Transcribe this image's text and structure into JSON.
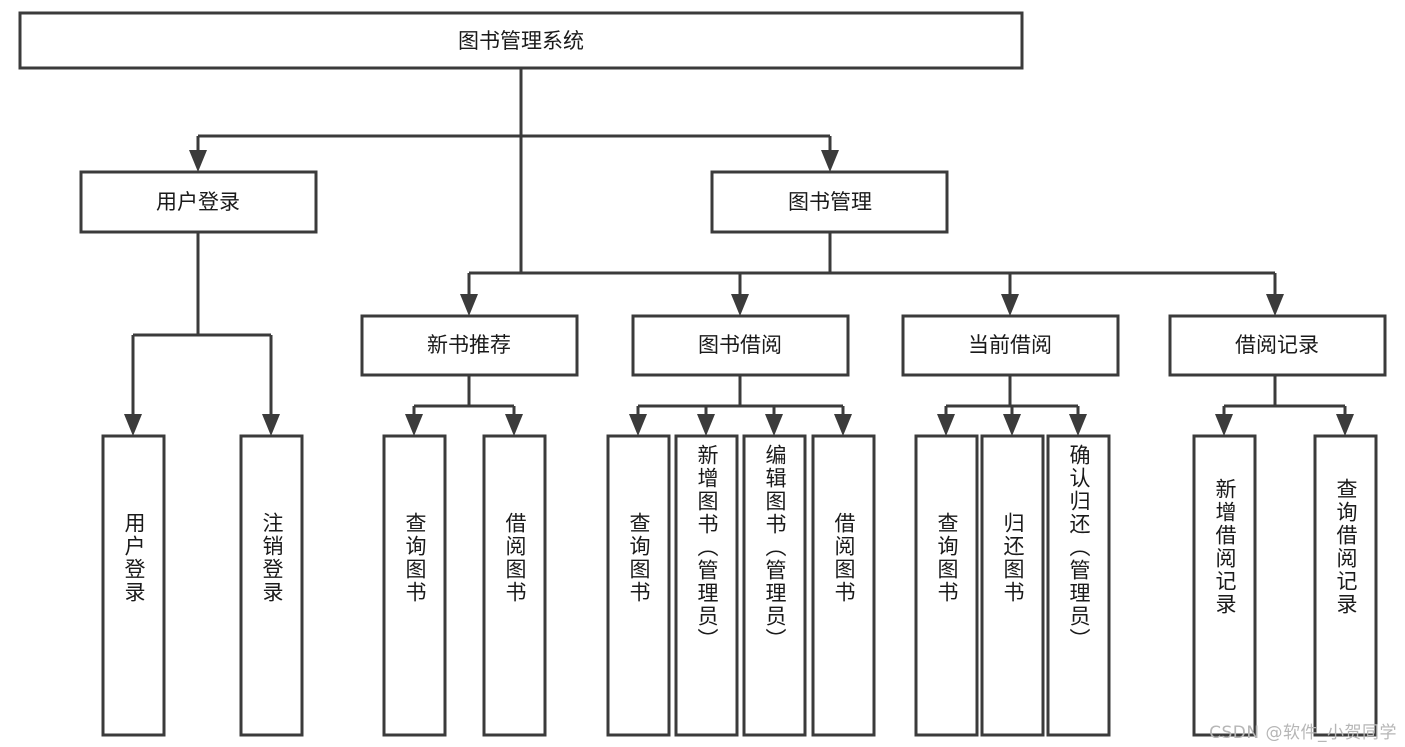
{
  "diagram": {
    "title": "图书管理系统",
    "type": "tree-hierarchy",
    "orientation": "top-down",
    "root": {
      "id": "root",
      "label": "图书管理系统"
    },
    "level2": [
      {
        "id": "user-login",
        "label": "用户登录"
      },
      {
        "id": "book-manage",
        "label": "图书管理"
      }
    ],
    "level3": [
      {
        "id": "new-book-rec",
        "label": "新书推荐",
        "parent": "book-manage"
      },
      {
        "id": "book-borrow",
        "label": "图书借阅",
        "parent": "book-manage"
      },
      {
        "id": "current-borrow",
        "label": "当前借阅",
        "parent": "book-manage"
      },
      {
        "id": "borrow-record",
        "label": "借阅记录",
        "parent": "book-manage"
      }
    ],
    "leaves": [
      {
        "id": "leaf-user-login",
        "label": "用户登录",
        "parent": "user-login"
      },
      {
        "id": "leaf-user-logout",
        "label": "注销登录",
        "parent": "user-login"
      },
      {
        "id": "leaf-rec-query-book",
        "label": "查询图书",
        "parent": "new-book-rec"
      },
      {
        "id": "leaf-rec-borrow-book",
        "label": "借阅图书",
        "parent": "new-book-rec"
      },
      {
        "id": "leaf-borrow-query-book",
        "label": "查询图书",
        "parent": "book-borrow"
      },
      {
        "id": "leaf-borrow-add-book",
        "label": "新增图书（管理员）",
        "parent": "book-borrow"
      },
      {
        "id": "leaf-borrow-edit-book",
        "label": "编辑图书（管理员）",
        "parent": "book-borrow"
      },
      {
        "id": "leaf-borrow-borrow-book",
        "label": "借阅图书",
        "parent": "book-borrow"
      },
      {
        "id": "leaf-current-query-book",
        "label": "查询图书",
        "parent": "current-borrow"
      },
      {
        "id": "leaf-current-return-book",
        "label": "归还图书",
        "parent": "current-borrow"
      },
      {
        "id": "leaf-current-confirm-return",
        "label": "确认归还（管理员）",
        "parent": "current-borrow"
      },
      {
        "id": "leaf-record-add",
        "label": "新增借阅记录",
        "parent": "borrow-record"
      },
      {
        "id": "leaf-record-query",
        "label": "查询借阅记录",
        "parent": "borrow-record"
      }
    ]
  },
  "watermark": {
    "text": "CSDN @软件_小贺同学"
  },
  "colors": {
    "stroke": "#3b3b3b",
    "box_fill": "#ffffff",
    "text": "#1a1a1a",
    "background": "#ffffff",
    "watermark": "#b6b6b6"
  }
}
